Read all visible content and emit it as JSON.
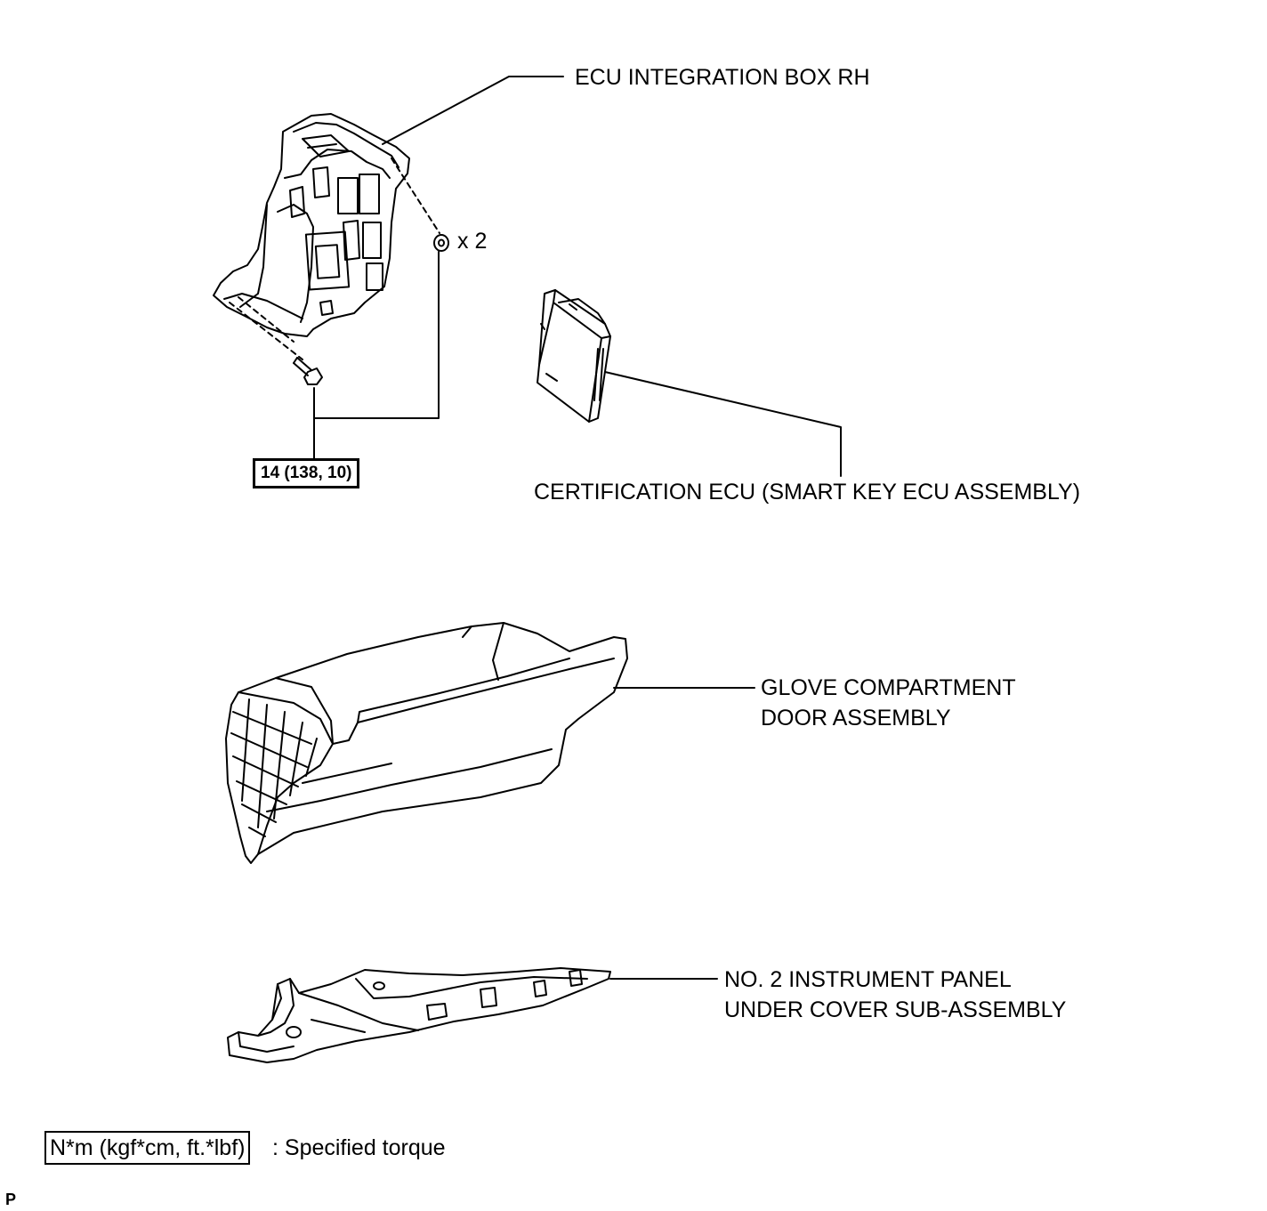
{
  "labels": {
    "ecu_integration_box": "ECU INTEGRATION BOX RH",
    "qty": "x 2",
    "torque_value": "14 (138, 10)",
    "certification_ecu": "CERTIFICATION ECU (SMART KEY ECU ASSEMBLY)",
    "glove_line1": "GLOVE COMPARTMENT",
    "glove_line2": "DOOR ASSEMBLY",
    "under_cover_line1": "NO. 2 INSTRUMENT PANEL",
    "under_cover_line2": "UNDER COVER SUB-ASSEMBLY"
  },
  "legend": {
    "unit_box": "N*m (kgf*cm, ft.*lbf)",
    "description": ": Specified torque"
  },
  "corner_mark": "P"
}
